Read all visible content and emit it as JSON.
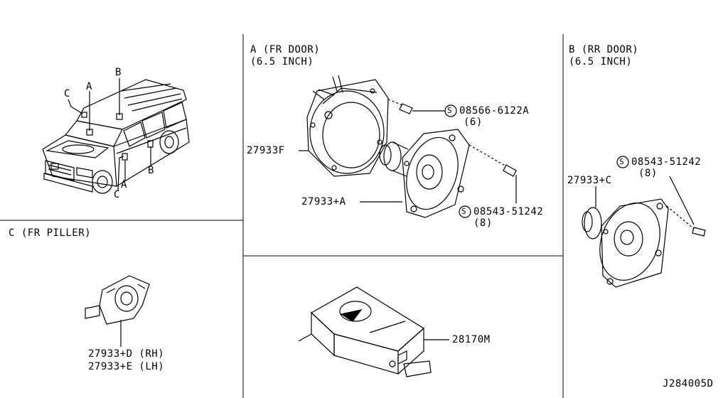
{
  "sections": {
    "a": {
      "title": "A (FR DOOR)",
      "subtitle": "(6.5 INCH)"
    },
    "b": {
      "title": "B (RR DOOR)",
      "subtitle": "(6.5 INCH)"
    },
    "c": {
      "title": "C (FR PILLER)"
    }
  },
  "vehicle_callouts": {
    "a_top": "A",
    "a_bottom": "A",
    "b_top": "B",
    "b_bottom": "B",
    "c_top": "C",
    "c_bottom": "C"
  },
  "parts": {
    "bracket_a": "27933F",
    "speaker_a": "27933+A",
    "screw_a": "08566-6122A",
    "screw_a_qty": "(6)",
    "screw_a2": "08543-51242",
    "screw_a2_qty": "(8)",
    "speaker_b": "27933+C",
    "screw_b": "08543-51242",
    "screw_b_qty": "(8)",
    "tweeter_rh": "27933+D (RH)",
    "tweeter_lh": "27933+E (LH)",
    "amp": "28170M"
  },
  "screw_symbol": "S",
  "diagram_id": "J284005D"
}
